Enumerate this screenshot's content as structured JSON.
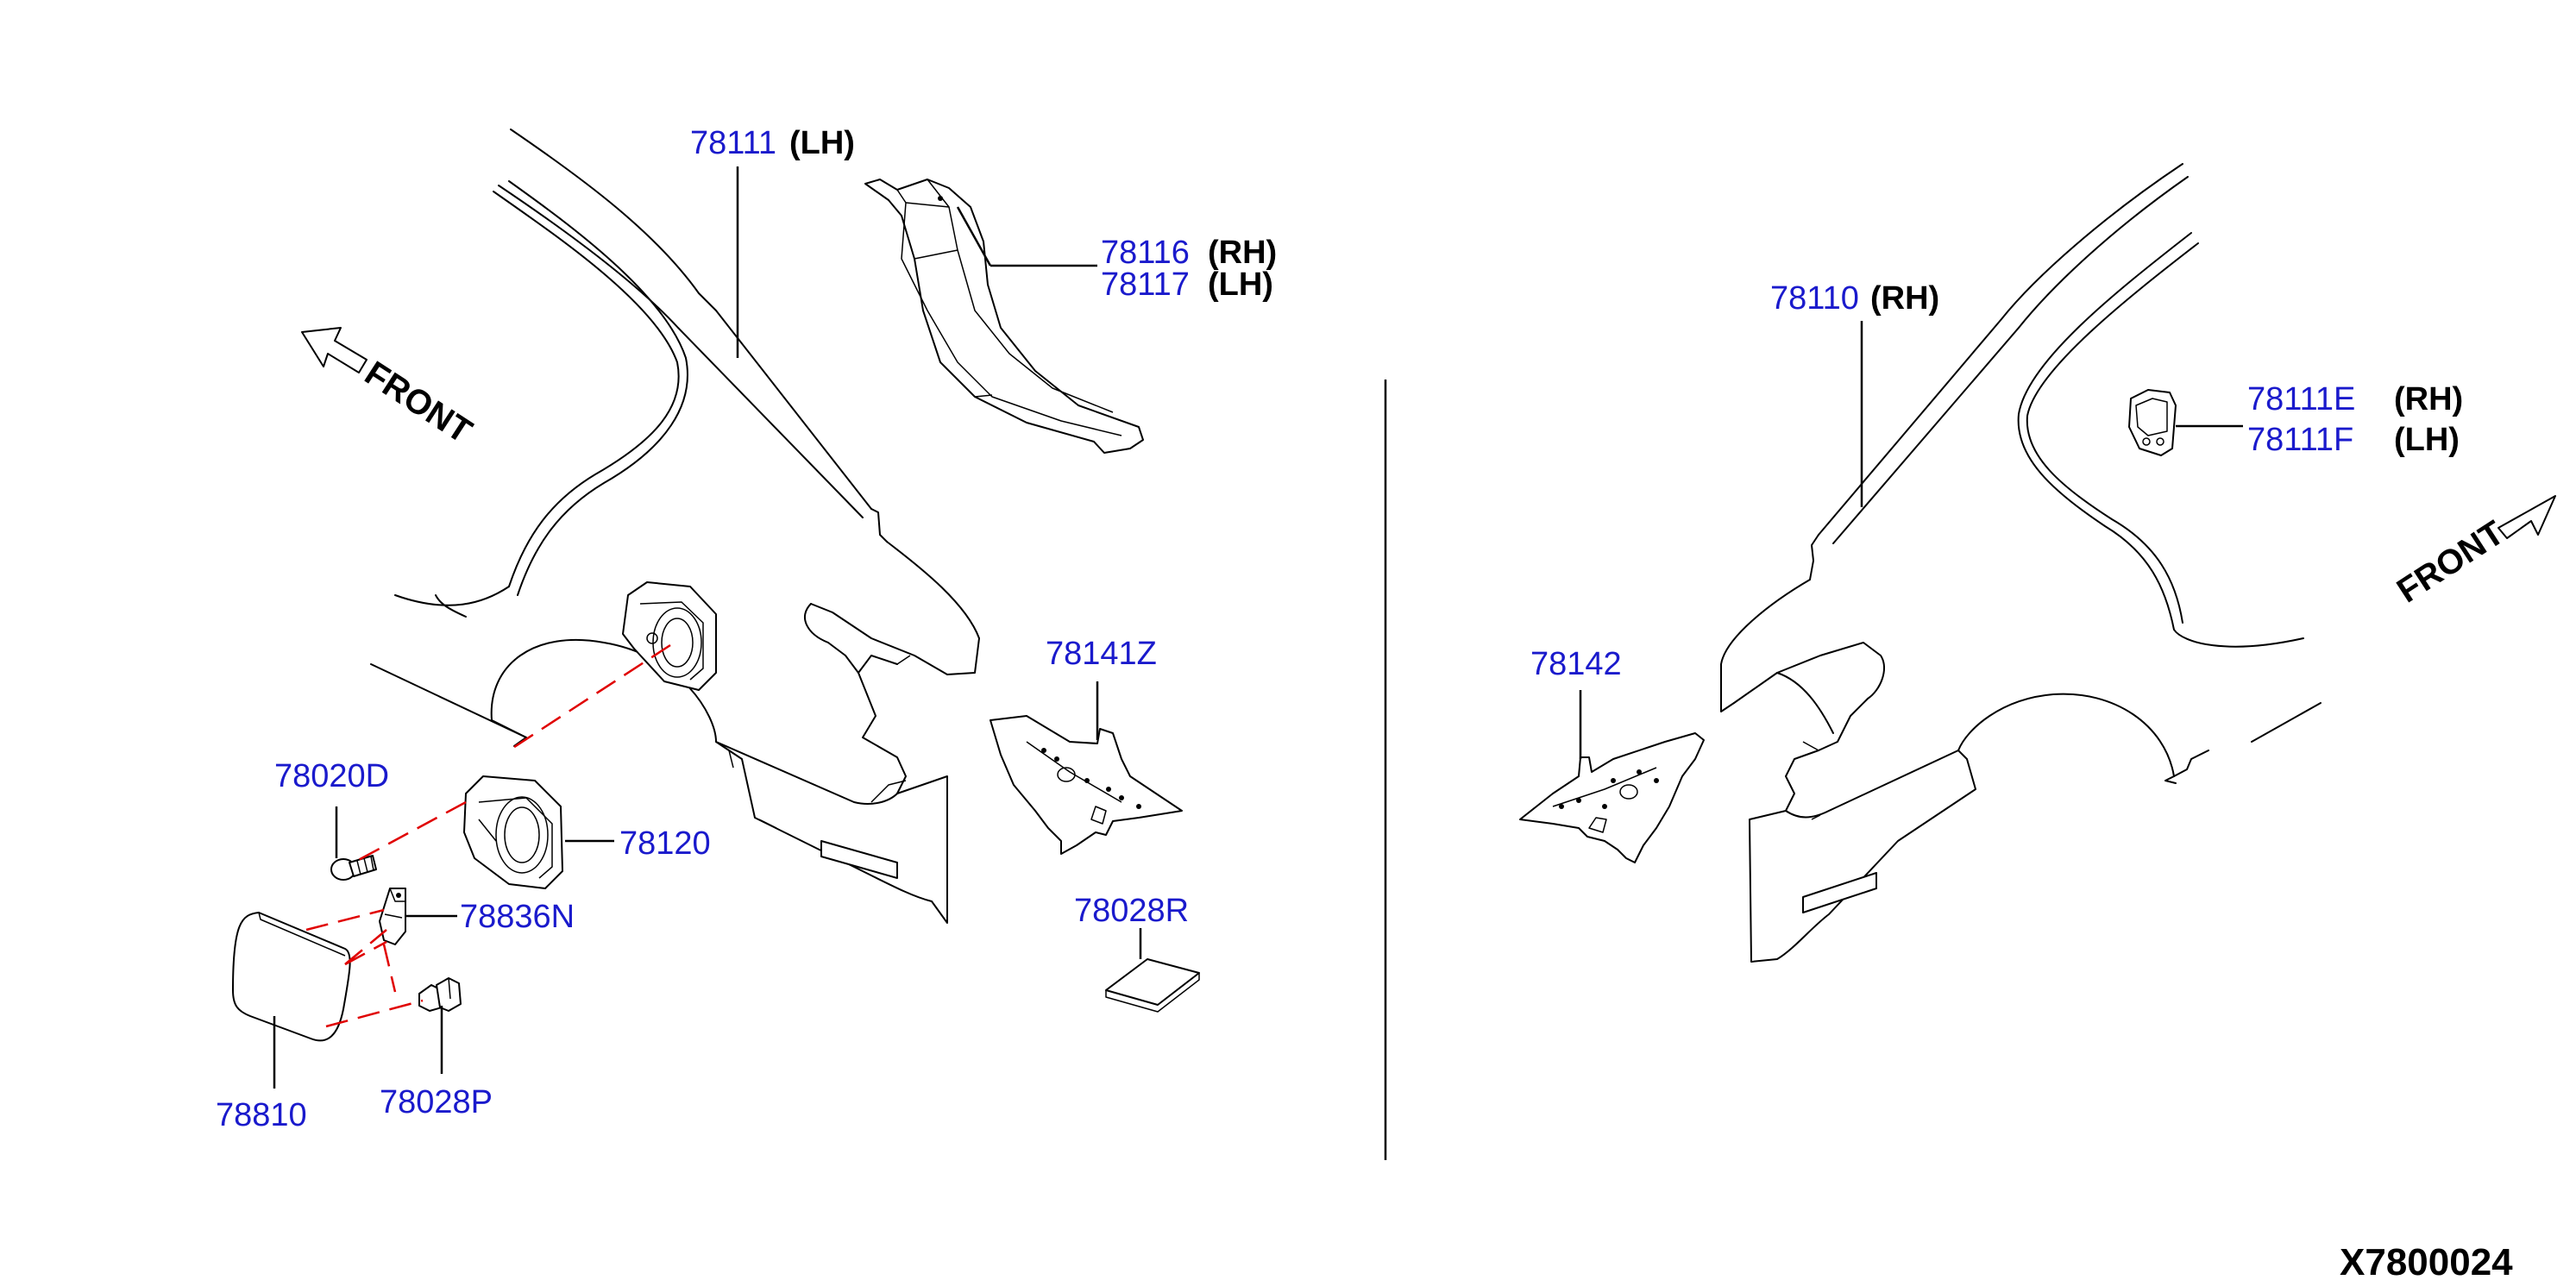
{
  "labels": {
    "p78111": "78111",
    "p78111_side": "(LH)",
    "p78116": "78116",
    "p78116_side": "(RH)",
    "p78117": "78117",
    "p78117_side": "(LH)",
    "p78141Z": "78141Z",
    "p78020D": "78020D",
    "p78120": "78120",
    "p78836N": "78836N",
    "p78028R": "78028R",
    "p78810": "78810",
    "p78028P": "78028P",
    "p78110": "78110",
    "p78110_side": "(RH)",
    "p78111E": "78111E",
    "p78111E_side": "(RH)",
    "p78111F": "78111F",
    "p78111F_side": "(LH)",
    "p78142": "78142"
  },
  "front_indicators": {
    "left": "FRONT",
    "right": "FRONT"
  },
  "diagram_ref": "X7800024",
  "colors": {
    "part_number": "#1a1acc",
    "assembly_line": "#e00000",
    "outline": "#000000"
  }
}
